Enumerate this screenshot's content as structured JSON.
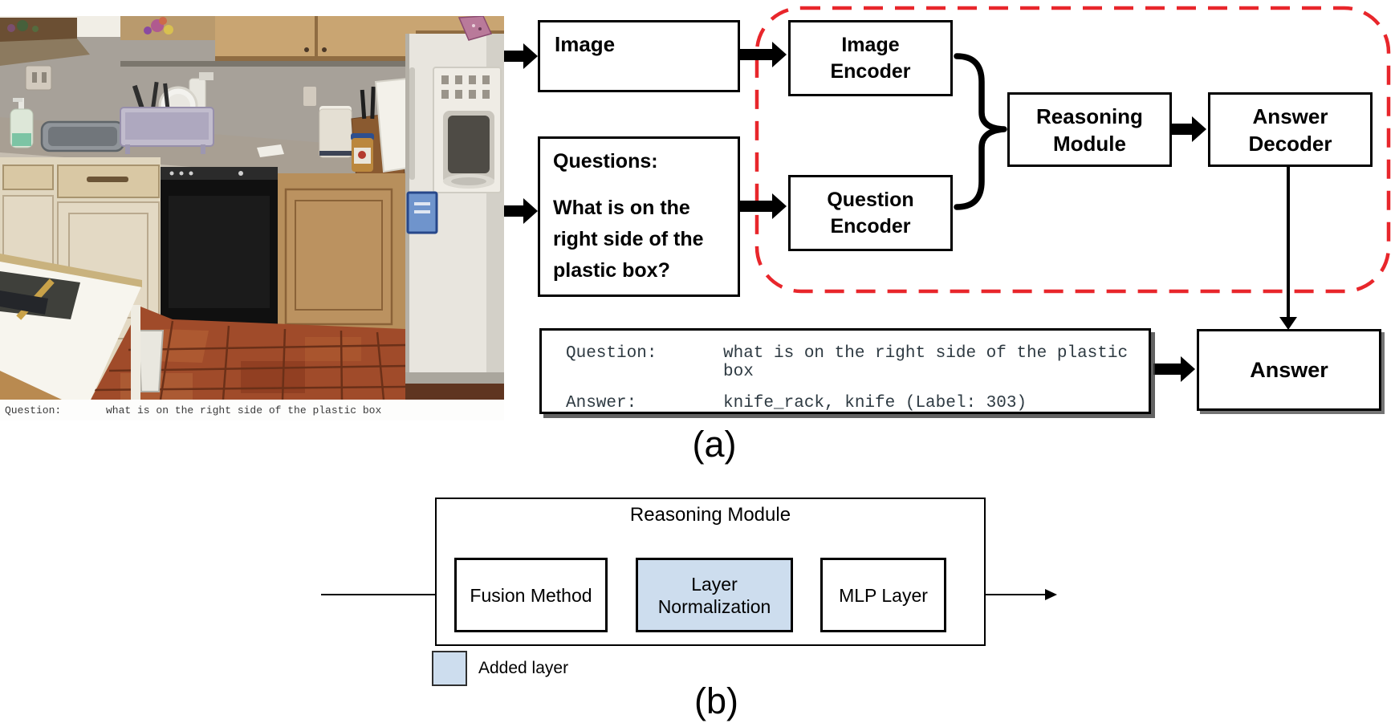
{
  "labels": {
    "panel_a": "(a)",
    "panel_b": "(b)"
  },
  "photo_caption": {
    "label": "Question:",
    "text": "what is on the right side of the plastic box"
  },
  "flow_a": {
    "image_box": "Image",
    "questions_box": {
      "title": "Questions:",
      "question": "What is on the\nright side of the\nplastic box?"
    },
    "image_encoder": "Image\nEncoder",
    "question_encoder": "Question\nEncoder",
    "reasoning_module": "Reasoning\nModule",
    "answer_decoder": "Answer\nDecoder",
    "answer_box": "Answer",
    "qa_box": {
      "question_label": "Question:",
      "question_value": "what is on the right side of the plastic box",
      "answer_label": "Answer:",
      "answer_value": "knife_rack, knife (Label: 303)"
    }
  },
  "flow_b": {
    "title": "Reasoning Module",
    "fusion_label": "Fusion Method",
    "layer_norm_label": "Layer\nNormalization",
    "mlp_label": "MLP Layer",
    "legend_label": "Added layer"
  },
  "colors": {
    "dashed_border": "#e8262b",
    "added_layer_fill": "#cdddee",
    "box_border": "#000000",
    "qa_text": "#2e3a42"
  }
}
